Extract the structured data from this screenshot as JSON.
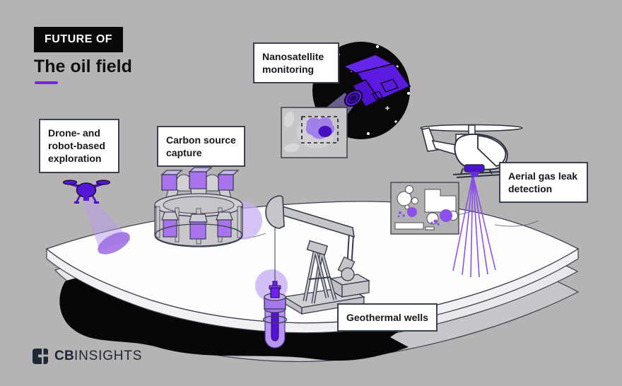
{
  "header": {
    "kicker": "FUTURE OF",
    "title": "The oil field"
  },
  "labels": {
    "drone": "Drone- and robot-based exploration",
    "carbon": "Carbon source capture",
    "nanosatellite": "Nanosatellite monitoring",
    "aerial": "Aerial gas leak detection",
    "geothermal": "Geothermal wells"
  },
  "footer": {
    "brand_bold": "CB",
    "brand_light": "INSIGHTS"
  },
  "illustrations": [
    "nanosatellite",
    "satellite-heatmap-panel",
    "drone",
    "carbon-capture-unit",
    "oil-pumpjack",
    "geothermal-wellhead",
    "helicopter",
    "gas-leak-map-panel",
    "oil-reservoir"
  ],
  "colors": {
    "background": "#b6b3b4",
    "accent_purple": "#5b1ae0",
    "purple_mid": "#9c6be4",
    "purple_light": "#c6aff2",
    "label_border": "#3a4150",
    "ink": "#15171c",
    "brand_navy": "#1d2735",
    "surface_white": "#fdfdfe",
    "layer_light": "#e8e7ea",
    "layer_mid": "#c7c6ca",
    "oil_black": "#070708"
  }
}
